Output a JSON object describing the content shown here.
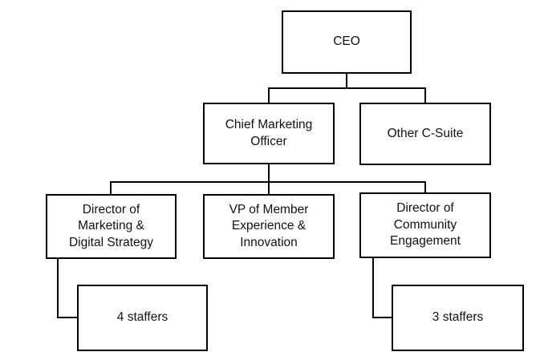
{
  "org_chart": {
    "type": "org-chart",
    "background_color": "#ffffff",
    "box_fill_color": "#ffffff",
    "box_border_color": "#000000",
    "text_color": "#111111",
    "nodes": [
      {
        "id": "ceo",
        "label": "CEO",
        "reports_to": null
      },
      {
        "id": "cmo",
        "label": "Chief Marketing\nOfficer",
        "reports_to": "ceo"
      },
      {
        "id": "other_csuite",
        "label": "Other C-Suite",
        "reports_to": "ceo"
      },
      {
        "id": "dir_marketing",
        "label": "Director of\nMarketing &\nDigital Strategy",
        "reports_to": "cmo"
      },
      {
        "id": "vp_member",
        "label": "VP of Member\nExperience &\nInnovation",
        "reports_to": "cmo"
      },
      {
        "id": "dir_community",
        "label": "Director of\nCommunity\nEngagement",
        "reports_to": "cmo"
      },
      {
        "id": "staffers_4",
        "label": "4 staffers",
        "staff_count": 4,
        "reports_to": "dir_marketing"
      },
      {
        "id": "staffers_3",
        "label": "3 staffers",
        "staff_count": 3,
        "reports_to": "dir_community"
      }
    ]
  }
}
